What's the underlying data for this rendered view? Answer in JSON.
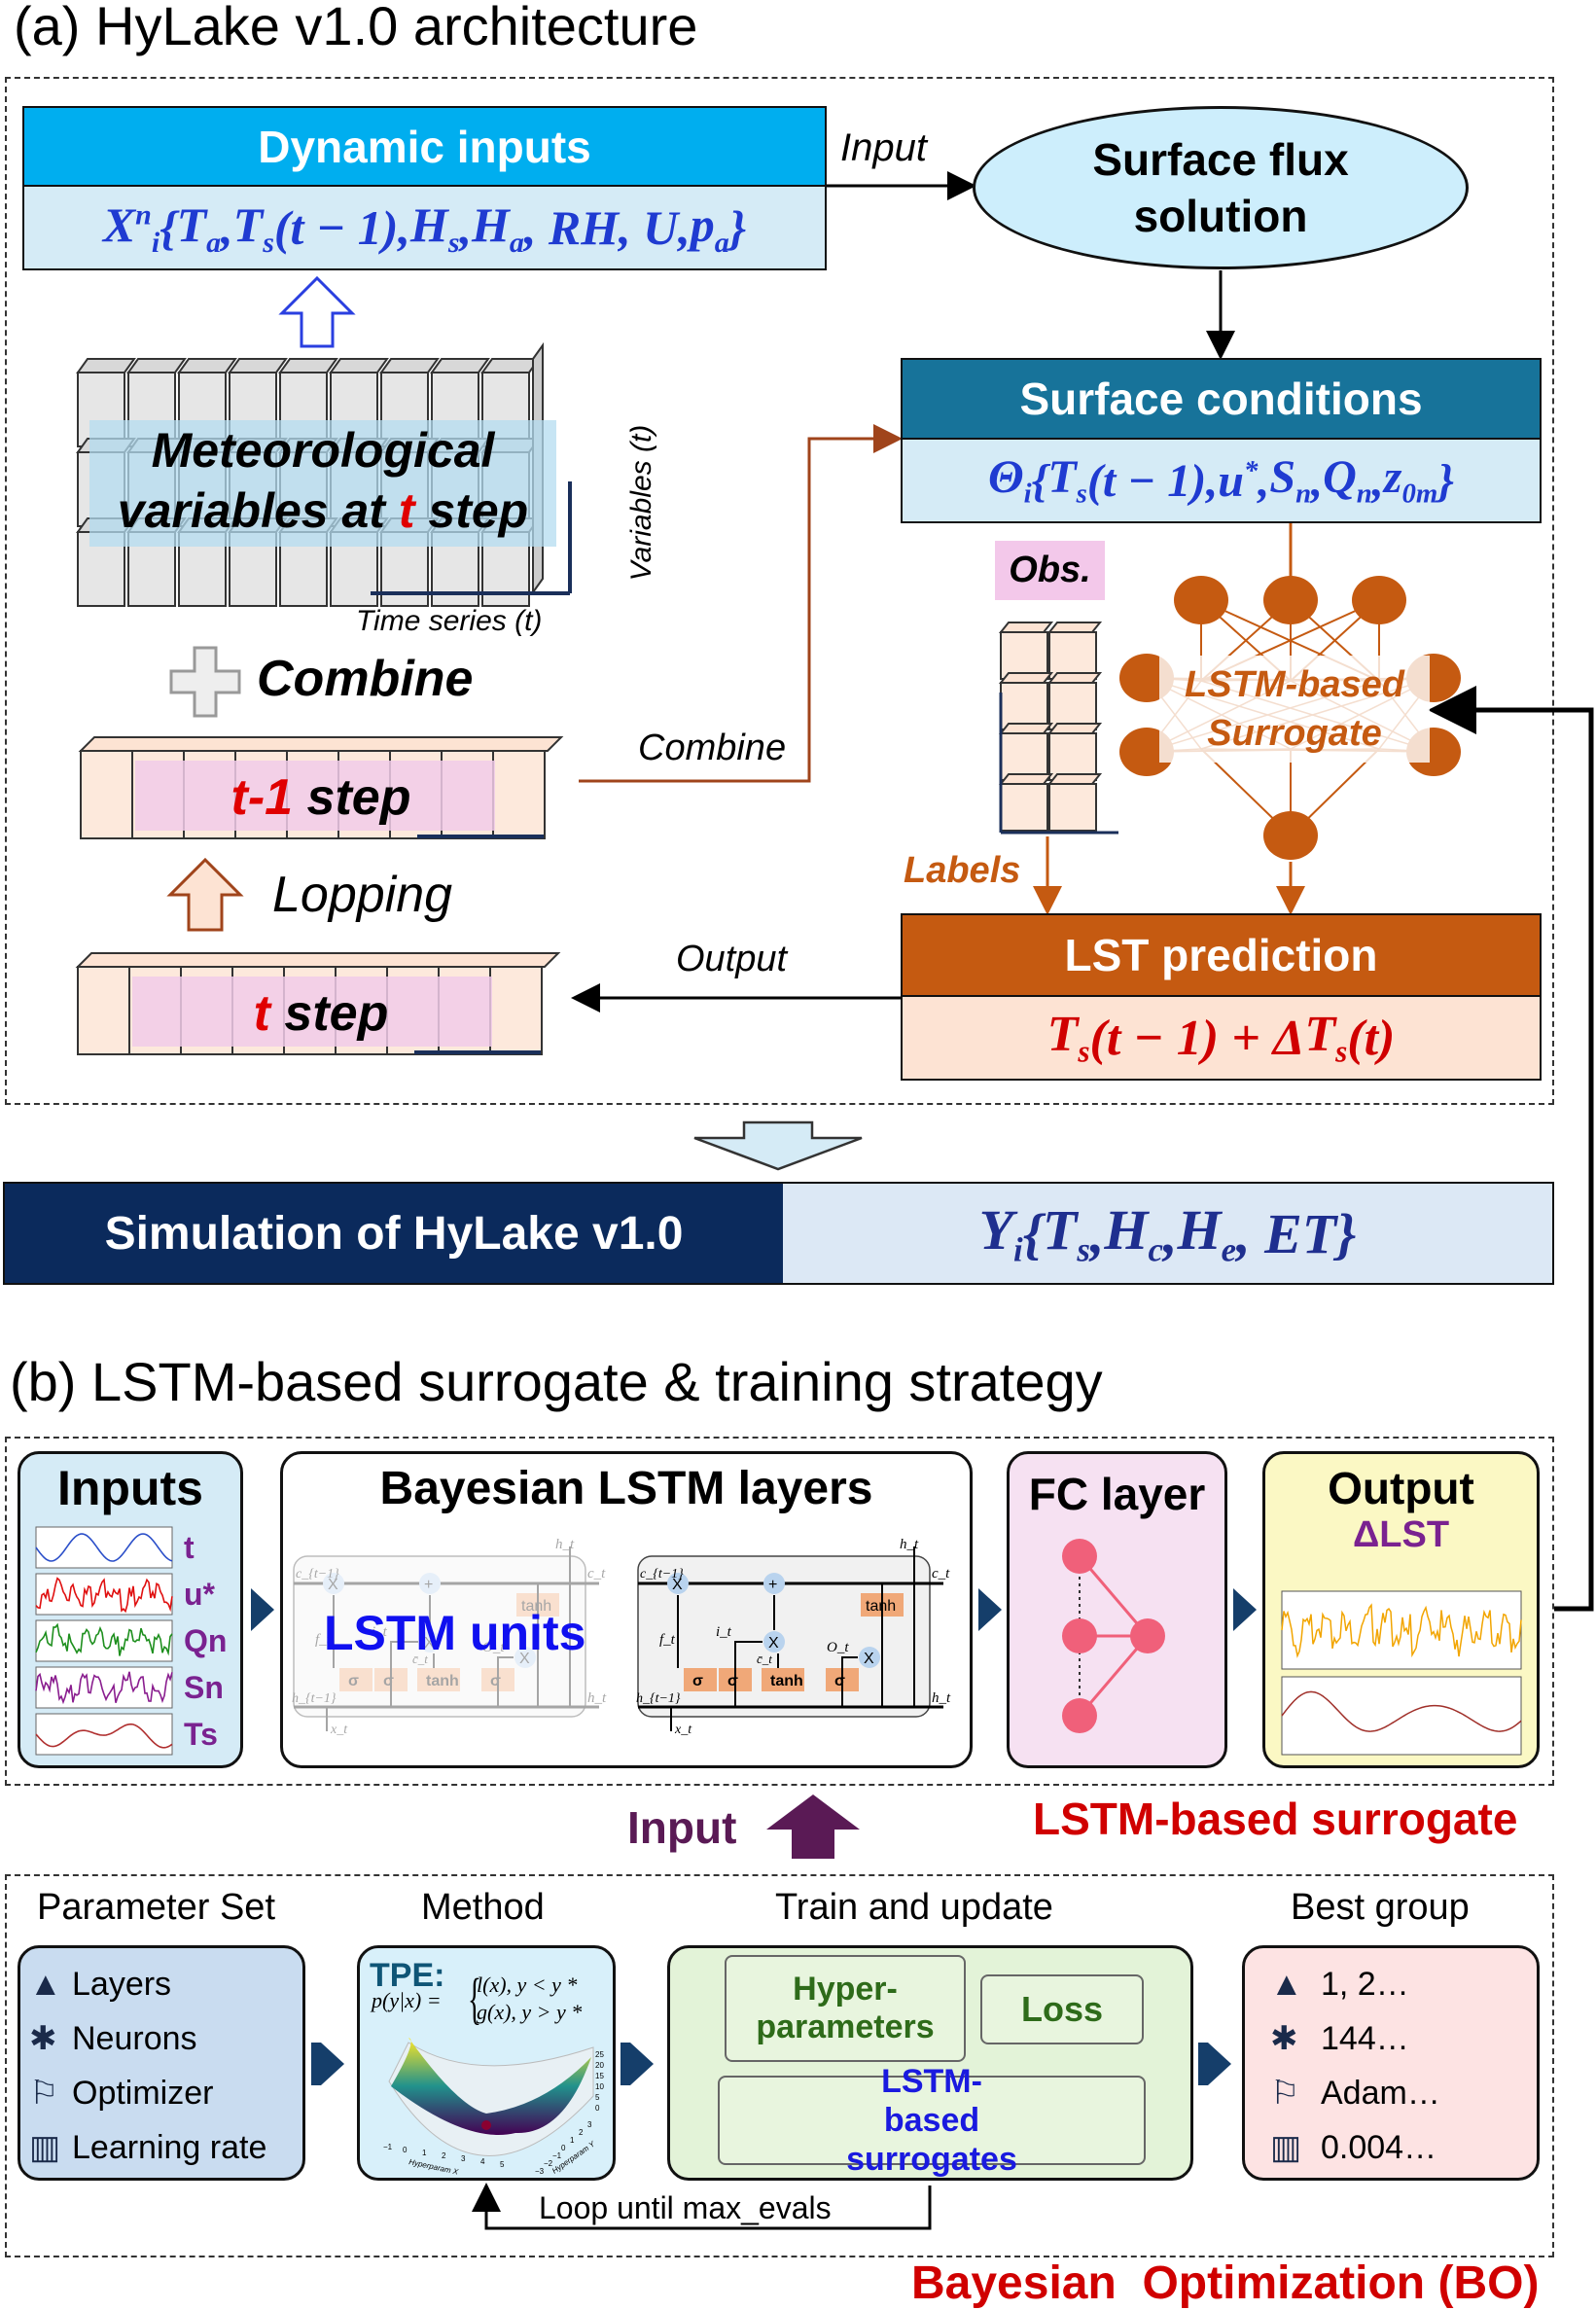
{
  "part_a": {
    "title": "(a) HyLake v1.0 architecture",
    "dynamic_inputs": {
      "header": "Dynamic inputs",
      "formula": [
        [
          "X",
          "i",
          "n"
        ],
        [
          "{"
        ],
        [
          "T",
          "a"
        ],
        [
          ", "
        ],
        [
          "T",
          "s"
        ],
        [
          "(t − 1), "
        ],
        [
          "H",
          "s"
        ],
        [
          ", "
        ],
        [
          "H",
          "a"
        ],
        [
          ", RH, U, "
        ],
        [
          "p",
          "a"
        ],
        [
          "}"
        ]
      ]
    },
    "surface_flux": "Surface flux solution",
    "input_label": "Input",
    "surface_conditions": {
      "header": "Surface conditions",
      "formula": [
        [
          "Θ",
          "i"
        ],
        [
          "{"
        ],
        [
          "T",
          "s"
        ],
        [
          "(t − 1), "
        ],
        [
          "u",
          "",
          "*"
        ],
        [
          ", "
        ],
        [
          "S",
          "n"
        ],
        [
          ", "
        ],
        [
          "Q",
          "n"
        ],
        [
          ", "
        ],
        [
          "z",
          "0m"
        ],
        [
          "}"
        ]
      ]
    },
    "meteorological": {
      "line1": "Meteorological",
      "line2_pre": "variables at ",
      "line2_t": "t",
      "line2_post": " step",
      "y_axis": "Variables (t)",
      "x_axis": "Time series (t)"
    },
    "combine_icon_label": "Combine",
    "combine_arrow_label": "Combine",
    "t_minus_1": {
      "t": "t-1",
      "step": " step"
    },
    "lopping": "Lopping",
    "t_step": {
      "t": "t",
      "step": " step"
    },
    "output_label": "Output",
    "obs": "Obs.",
    "labels": "Labels",
    "surrogate": {
      "line1": "LSTM-based",
      "line2": "Surrogate"
    },
    "lst_prediction": {
      "header": "LST prediction",
      "formula": [
        [
          "T",
          "s"
        ],
        [
          "(t − 1) + Δ"
        ],
        [
          "T",
          "s"
        ],
        [
          "(t)"
        ]
      ]
    },
    "simulation": {
      "label": "Simulation of HyLake v1.0",
      "formula": [
        [
          "Y",
          "i"
        ],
        [
          "{"
        ],
        [
          "T",
          "s"
        ],
        [
          ", "
        ],
        [
          "H",
          "c"
        ],
        [
          ", "
        ],
        [
          "H",
          "e"
        ],
        [
          ", ET}"
        ]
      ]
    },
    "colors": {
      "dynamic": "#00aeef",
      "surface": "#17739a",
      "lst": "#c55a11",
      "sim_dark": "#0b2a5c",
      "formula_blue": "#1f3bd1",
      "formula_red": "#d00000"
    }
  },
  "part_b": {
    "title": "(b) LSTM-based surrogate & training strategy",
    "inputs": {
      "title": "Inputs",
      "series": [
        "t",
        "u*",
        "Qn",
        "Sn",
        "Ts"
      ],
      "series_colors": [
        "#2b4fc9",
        "#e01010",
        "#1e8f1e",
        "#8a1e8f",
        "#b03030"
      ]
    },
    "bayesian": {
      "title": "Bayesian LSTM layers",
      "overlay": "LSTM units",
      "cell": {
        "c_prev": "c_{t−1}",
        "c_t": "c_t",
        "h_t": "h_t",
        "h_prev": "h_{t−1}",
        "x_t": "x_t",
        "mul": "X",
        "add": "+",
        "tanh": "tanh",
        "sigma": "σ",
        "f_t": "f_t",
        "i_t": "i_t",
        "o_t": "O_t",
        "c_bar": "c̄_t"
      }
    },
    "fc": {
      "title": "FC layer"
    },
    "output": {
      "title": "Output",
      "subtitle": "ΔLST"
    },
    "input_label": "Input",
    "surrogate_label": "LSTM-based surrogate",
    "bo": {
      "headers": [
        "Parameter Set",
        "Method",
        "Train and update",
        "Best group"
      ],
      "params": [
        {
          "icon": "layers-icon",
          "label": "Layers"
        },
        {
          "icon": "neurons-icon",
          "label": "Neurons"
        },
        {
          "icon": "optimizer-icon",
          "label": "Optimizer"
        },
        {
          "icon": "learning-rate-icon",
          "label": "Learning rate"
        }
      ],
      "method": {
        "title": "TPE:",
        "lhs": "p(y|x) =",
        "case1": "l(x), y < y *",
        "case2": "g(x), y > y *",
        "z_ticks": [
          "25",
          "20",
          "15",
          "10",
          "5",
          "0"
        ],
        "x_ticks": [
          "−1",
          "0",
          "1",
          "2",
          "3",
          "4",
          "5"
        ],
        "y_ticks": [
          "−3",
          "−2",
          "−1",
          "0",
          "1",
          "2",
          "3"
        ],
        "x_label": "Hyperparam X",
        "y_label": "Hyperparam Y"
      },
      "train": {
        "hyper": "Hyper-parameters",
        "loss": "Loss",
        "surrogates": "LSTM-based surrogates"
      },
      "best": [
        "1, 2…",
        "144…",
        "Adam…",
        "0.004…"
      ],
      "loop": "Loop until max_evals",
      "label": "Bayesian  Optimization (BO)"
    }
  }
}
